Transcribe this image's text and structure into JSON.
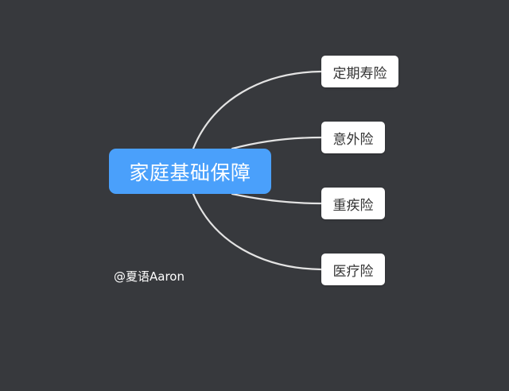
{
  "diagram": {
    "root": {
      "label": "家庭基础保障",
      "color": "#4aa0fb"
    },
    "branches": [
      {
        "label": "定期寿险"
      },
      {
        "label": "意外险"
      },
      {
        "label": "重疾险"
      },
      {
        "label": "医疗险"
      }
    ],
    "background_color": "#37393d",
    "connector_color": "#e3e3e3"
  },
  "watermark": {
    "text": "@夏语Aaron"
  }
}
